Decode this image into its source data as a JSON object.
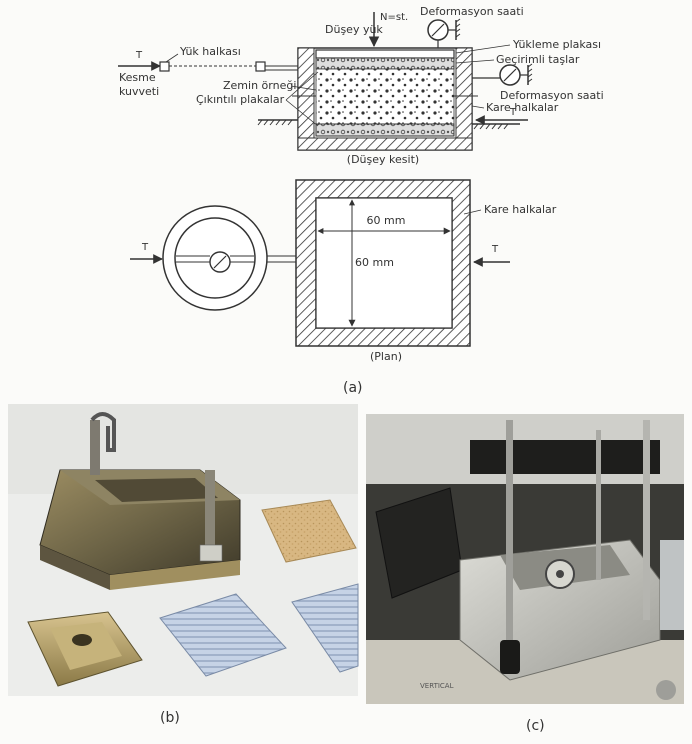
{
  "section_view": {
    "labels": {
      "deformation_dial_top": "Deformasyon saati",
      "vertical_load": "Düşey yük",
      "normal_stress": "N=st.",
      "load_ring": "Yük halkası",
      "loading_plate": "Yükleme plakası",
      "porous_stones": "Geçirimli taşlar",
      "shear_force_force": "T",
      "shear_force_line1": "Kesme",
      "shear_force_line2": "kuvveti",
      "soil_sample": "Zemin örneği",
      "toothed_plates": "Çıkıntılı plakalar",
      "deformation_dial_side": "Deformasyon saati",
      "square_rings": "Kare halkalar",
      "right_force": "T"
    },
    "caption": "(Düşey kesit)"
  },
  "plan_view": {
    "labels": {
      "left_force": "T",
      "right_force": "T",
      "square_rings": "Kare halkalar",
      "width_dim": "60 mm",
      "height_dim": "60 mm"
    },
    "caption": "(Plan)"
  },
  "panel_captions": {
    "a": "(a)",
    "b": "(b)",
    "c": "(c)"
  },
  "photo_b": {
    "items": [
      "shear-box-assembly",
      "porous-stone-square",
      "loading-cap",
      "grooved-plate-left",
      "grooved-plate-right"
    ]
  },
  "photo_c": {
    "items": [
      "direct-shear-machine",
      "shear-box-carriage",
      "dial-gauge",
      "vertical-rods"
    ]
  }
}
